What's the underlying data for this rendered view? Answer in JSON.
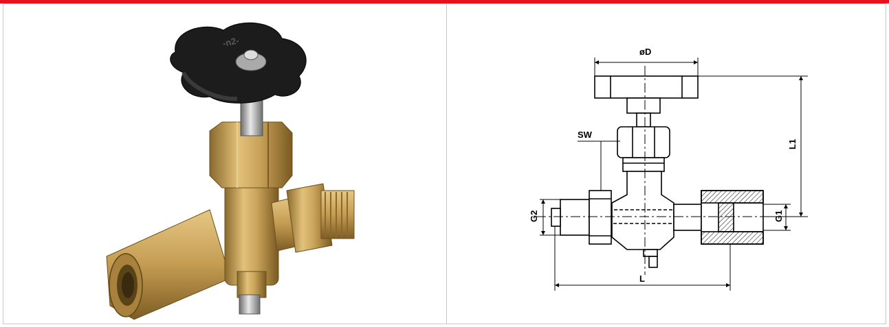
{
  "header": {
    "accent_color": "#e4121b"
  },
  "photo": {
    "knob_marking": "-n2-",
    "body_color": "#c9a35a",
    "knob_color": "#1c1c1c"
  },
  "drawing": {
    "labels": {
      "diameter": "øD",
      "wrench_size": "SW",
      "height": "L1",
      "length": "L",
      "thread_left": "G2",
      "thread_right": "G1"
    }
  }
}
